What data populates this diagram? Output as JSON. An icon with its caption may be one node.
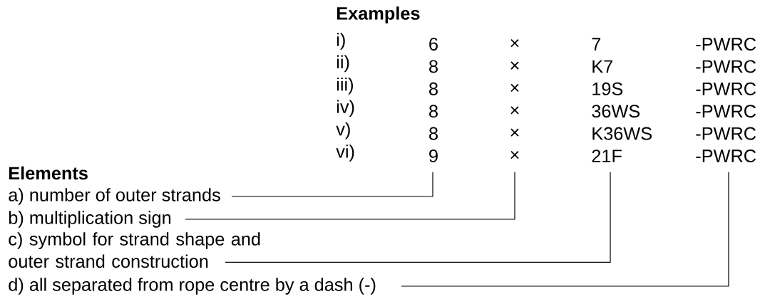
{
  "diagram": {
    "nodes": [
      {
        "text": [
          "a) number of outer strands"
        ]
      },
      {
        "text": [
          "b) multiplication sign"
        ]
      },
      {
        "text": [
          "c) symbol for strand shape and outer strand construction"
        ]
      },
      {
        "text": [
          "d) all separated from rope centre by a dash (-)"
        ]
      }
    ],
    "edges": [
      {
        "from": 0,
        "to": null,
        "arrow": "none"
      },
      {
        "from": 1,
        "to": null,
        "arrow": "none"
      },
      {
        "from": 2,
        "to": null,
        "arrow": "none"
      },
      {
        "from": 3,
        "to": null,
        "arrow": "none"
      }
    ],
    "labels": [
      "Examples",
      "i)",
      "6",
      "×",
      "7",
      "-PWRC",
      "ii)",
      "8",
      "×",
      "K7",
      "-PWRC",
      "iii)",
      "8",
      "×",
      "19S",
      "-PWRC",
      "iv)",
      "8",
      "×",
      "36WS",
      "-PWRC",
      "v)",
      "8",
      "×",
      "K36WS",
      "-PWRC",
      "vi)",
      "9",
      "×",
      "21F",
      "-PWRC",
      "Elements"
    ]
  }
}
